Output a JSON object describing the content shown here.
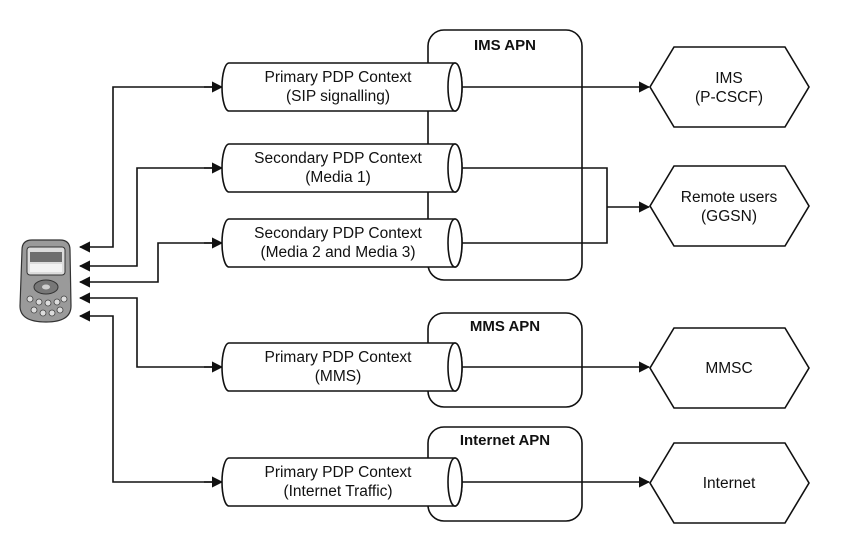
{
  "apns": [
    {
      "title": "IMS APN"
    },
    {
      "title": "MMS APN"
    },
    {
      "title": "Internet APN"
    }
  ],
  "contexts": [
    {
      "line1": "Primary PDP Context",
      "line2": "(SIP signalling)"
    },
    {
      "line1": "Secondary PDP Context",
      "line2": "(Media 1)"
    },
    {
      "line1": "Secondary PDP Context",
      "line2": "(Media 2 and Media 3)"
    },
    {
      "line1": "Primary PDP Context",
      "line2": "(MMS)"
    },
    {
      "line1": "Primary PDP Context",
      "line2": "(Internet Traffic)"
    }
  ],
  "endpoints": [
    {
      "line1": "IMS",
      "line2": "(P-CSCF)"
    },
    {
      "line1": "Remote users",
      "line2": "(GGSN)"
    },
    {
      "line1": "MMSC",
      "line2": ""
    },
    {
      "line1": "Internet",
      "line2": ""
    }
  ],
  "phone": {
    "icon": "mobile-phone-icon"
  }
}
